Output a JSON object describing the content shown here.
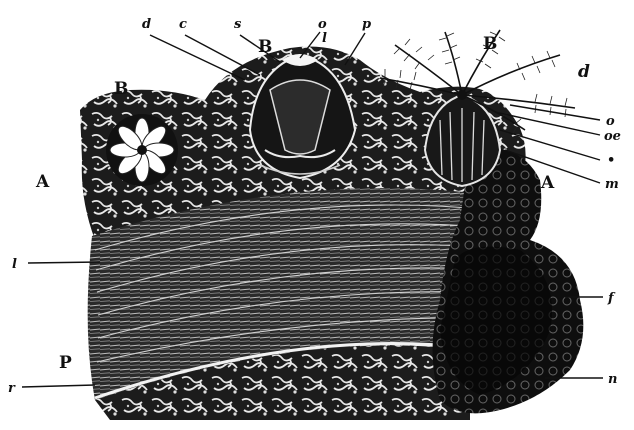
{
  "figure": {
    "labels": {
      "B_left": "B",
      "B_center": "B",
      "B_right": "B",
      "A_left": "A",
      "A_right": "A",
      "P": "P",
      "d_top": "d",
      "c_top": "c",
      "s_top": "s",
      "o_top": "o",
      "l_top": "l",
      "p_top": "p",
      "d_right": "d",
      "o_right": "o",
      "oe_right": "oe",
      "bullet_right": "•",
      "m_right": "m",
      "l_left": "l",
      "r_left": "r",
      "f_right": "f",
      "n_right": "n"
    }
  }
}
